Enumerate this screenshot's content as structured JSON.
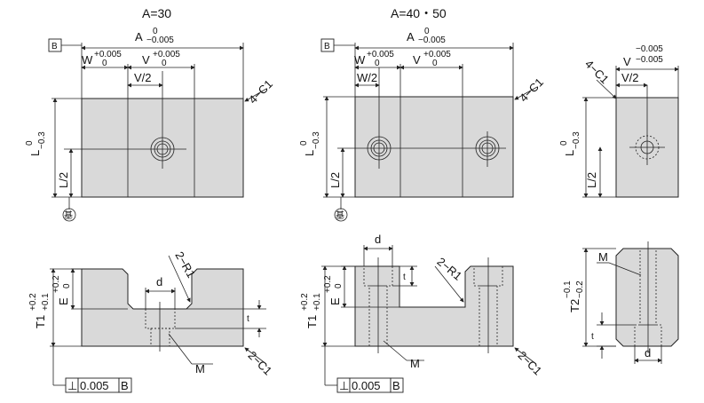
{
  "headers": {
    "left": "A=30",
    "middle": "A=40・50"
  },
  "datum_label": "B",
  "dims": {
    "A": "A",
    "A_tol_top": "0",
    "A_tol_bot": "−0.005",
    "W": "W",
    "W_tol_top": "+0.005",
    "W_tol_bot": "0",
    "V": "V",
    "V_tol_top": "+0.005",
    "V_tol_bot": "0",
    "V_right": "V",
    "V_right_tol_top": "−0.005",
    "V_right_tol_bot": "−0.005",
    "W_half": "W/2",
    "V_half": "V/2",
    "L_half": "L/2",
    "L": "L",
    "L_tol_top": "0",
    "L_tol_bot": "−0.3",
    "chamfer": "4−C1",
    "chamfer2": "2−C1",
    "T1": "T1",
    "T1_tol_top": "+0.2",
    "T1_tol_bot": "+0.1",
    "E": "E",
    "E_tol_top": "+0.2",
    "E_tol_bot": "0",
    "T2": "T2",
    "T2_tol_top": "−0.1",
    "T2_tol_bot": "−0.2",
    "d": "d",
    "t": "t",
    "M": "M",
    "R": "2−R1"
  },
  "base_mark": "基",
  "tolerance": {
    "symbol": "⊥",
    "value": "0.005",
    "datum": "B"
  }
}
